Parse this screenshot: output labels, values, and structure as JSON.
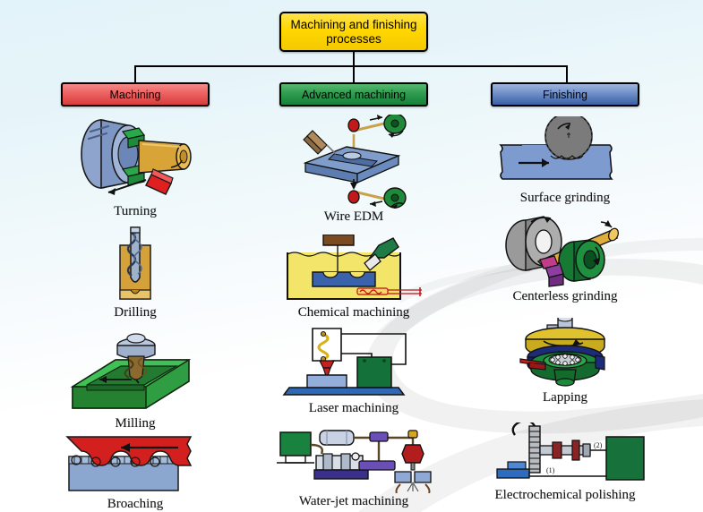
{
  "diagram": {
    "root": {
      "label": "Machining and finishing processes",
      "color": "#ffd700"
    },
    "categories": [
      {
        "id": "machining",
        "label": "Machining",
        "color": "#ef6565"
      },
      {
        "id": "advanced",
        "label": "Advanced machining",
        "color": "#2f9c4f"
      },
      {
        "id": "finishing",
        "label": "Finishing",
        "color": "#6f8fc7"
      }
    ],
    "columns": [
      {
        "category": "Machining",
        "items": [
          {
            "label": "Turning",
            "icon": "turning-icon"
          },
          {
            "label": "Drilling",
            "icon": "drilling-icon"
          },
          {
            "label": "Milling",
            "icon": "milling-icon"
          },
          {
            "label": "Broaching",
            "icon": "broaching-icon"
          }
        ]
      },
      {
        "category": "Advanced machining",
        "items": [
          {
            "label": "Wire EDM",
            "icon": "wire-edm-icon"
          },
          {
            "label": "Chemical machining",
            "icon": "chemical-machining-icon"
          },
          {
            "label": "Laser machining",
            "icon": "laser-machining-icon"
          },
          {
            "label": "Water-jet machining",
            "icon": "water-jet-machining-icon"
          }
        ]
      },
      {
        "category": "Finishing",
        "items": [
          {
            "label": "Surface grinding",
            "icon": "surface-grinding-icon"
          },
          {
            "label": "Centerless grinding",
            "icon": "centerless-grinding-icon"
          },
          {
            "label": "Lapping",
            "icon": "lapping-icon"
          },
          {
            "label": "Electrochemical polishing",
            "icon": "electrochemical-polishing-icon"
          }
        ]
      }
    ],
    "annotations": {
      "ecp_electrode_1": "(1)",
      "ecp_electrode_2": "(2)"
    },
    "background": {
      "top_color": "#e2f3f9",
      "bottom_color": "#ffffff"
    }
  }
}
